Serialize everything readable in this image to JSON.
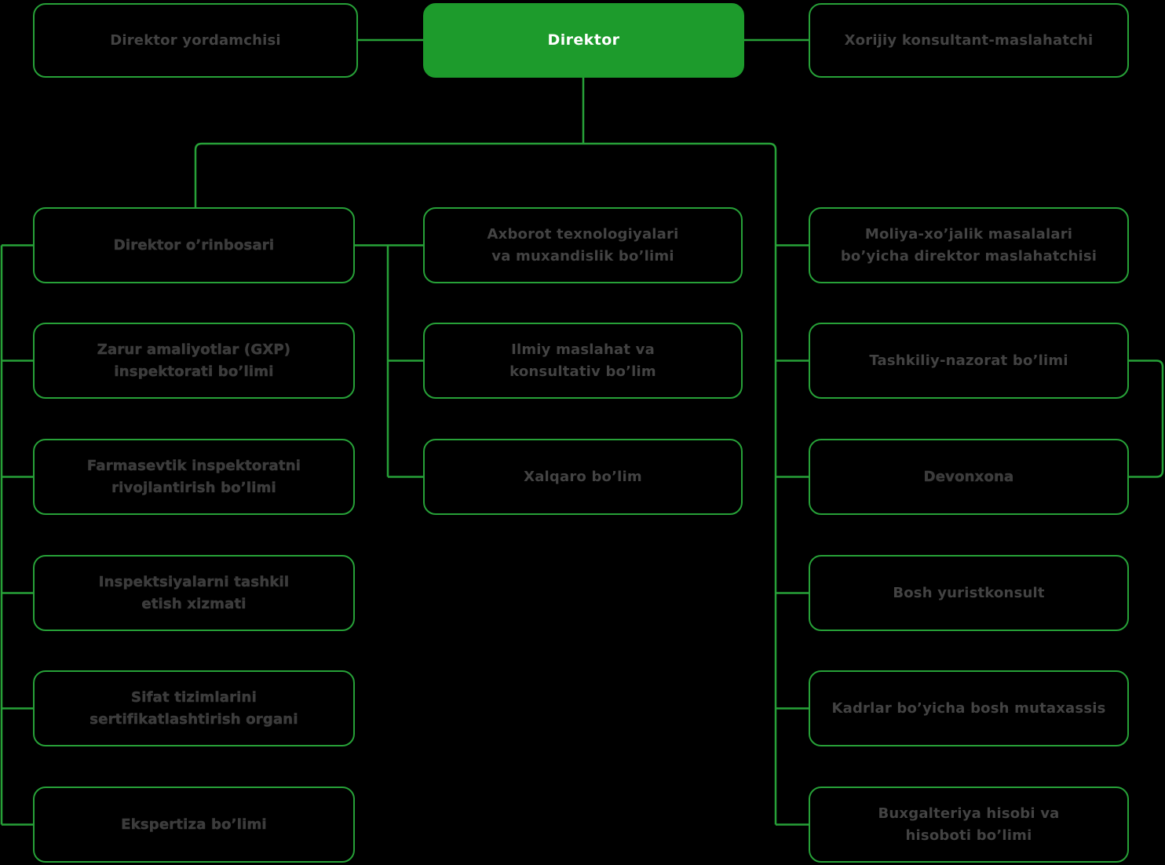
{
  "colors": {
    "background": "#000000",
    "line_green": "#27a138",
    "node_fill_green": "#1d9b2c",
    "text_gray": "#434343",
    "root_text": "#ffffff"
  },
  "org_chart": {
    "root": {
      "label": "Direktor"
    },
    "assistant_left": {
      "label": "Direktor yordamchisi"
    },
    "assistant_right": {
      "label": "Xorijiy konsultant-maslahatchi"
    },
    "left_column": [
      {
        "label": "Direktor o’rinbosari",
        "bold": true
      },
      {
        "label": "Zarur amaliyotlar (GXP)\ninspektorati bo’limi",
        "bold": true
      },
      {
        "label": "Farmasevtik inspektoratni\nrivojlantirish bo’limi",
        "bold": true
      },
      {
        "label": "Inspektsiyalarni tashkil\netish xizmati",
        "bold": true
      },
      {
        "label": "Sifat tizimlarini\nsertifikatlashtirish organi",
        "bold": true
      },
      {
        "label": "Ekspertiza bo’limi",
        "bold": true
      }
    ],
    "middle_column": [
      {
        "label": "Axborot texnologiyalari\nva muxandislik bo’limi",
        "bold": false
      },
      {
        "label": "Ilmiy maslahat va\nkonsultativ bo’lim",
        "bold": false
      },
      {
        "label": "Xalqaro bo’lim",
        "bold": false
      }
    ],
    "right_column": [
      {
        "label": "Moliya-xo’jalik masalalari\nbo’yicha direktor maslahatchisi",
        "bold": false
      },
      {
        "label": "Tashkiliy-nazorat bo’limi",
        "bold": false
      },
      {
        "label": "Devonxona",
        "bold": true
      },
      {
        "label": "Bosh yuristkonsult",
        "bold": false
      },
      {
        "label": "Kadrlar bo’yicha bosh mutaxassis",
        "bold": false
      },
      {
        "label": "Buxgalteriya hisobi va\nhisoboti bo’limi",
        "bold": false
      }
    ]
  }
}
